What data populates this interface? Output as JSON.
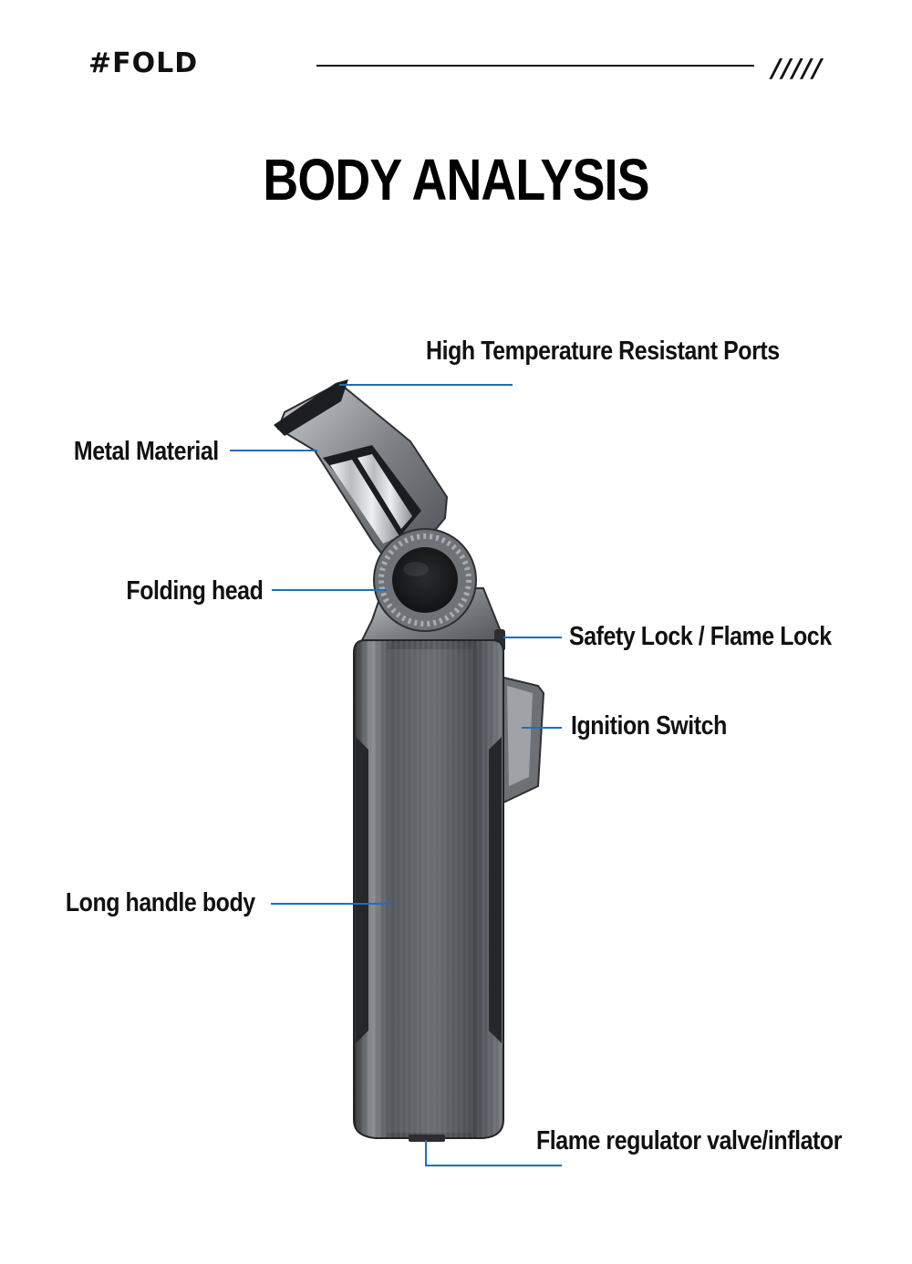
{
  "header": {
    "tag": "#FOLD",
    "slashes": "/////"
  },
  "title": "BODY ANALYSIS",
  "colors": {
    "leader_line": "#1f6fb8",
    "body_dark": "#3c3f44",
    "body_light": "#9a9ea4",
    "text": "#111111"
  },
  "callouts": {
    "ports": "High Temperature Resistant Ports",
    "metal": "Metal Material",
    "folding": "Folding head",
    "safety": "Safety Lock / Flame Lock",
    "ignition": "Ignition Switch",
    "handle": "Long handle body",
    "regulator": "Flame regulator valve/inflator"
  }
}
